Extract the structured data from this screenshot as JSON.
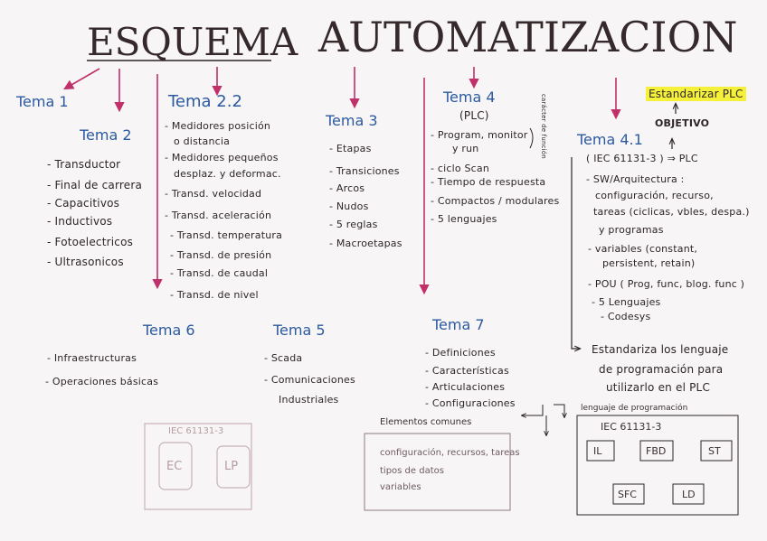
{
  "title": {
    "part1": "ESQUEMA",
    "part2": "AUTOMATIZACION"
  },
  "tema1": {
    "label": "Tema 1"
  },
  "tema2": {
    "label": "Tema 2",
    "items": [
      "- Transductor",
      "- Final de carrera",
      "- Capacitivos",
      "- Inductivos",
      "- Fotoelectricos",
      "- Ultrasonicos"
    ]
  },
  "tema22": {
    "label": "Tema 2.2",
    "items": [
      "- Medidores posición",
      "o distancia",
      "- Medidores pequeños",
      "desplaz. y deformac.",
      "- Transd. velocidad",
      "- Transd. aceleración",
      "- Transd. temperatura",
      "- Transd. de presión",
      "- Transd. de caudal",
      "- Transd. de nivel"
    ]
  },
  "tema3": {
    "label": "Tema 3",
    "items": [
      "- Etapas",
      "- Transiciones",
      "- Arcos",
      "- Nudos",
      "- 5 reglas",
      "- Macroetapas"
    ]
  },
  "tema4": {
    "label": "Tema 4",
    "sub": "(PLC)",
    "items": [
      "- Program, monitor",
      "y run",
      "- ciclo Scan",
      "- Tiempo de respuesta",
      "- Compactos / modulares",
      "- 5 lenguajes"
    ],
    "side_note": "carácter de función"
  },
  "tema41": {
    "label": "Tema 4.1",
    "highlight": "Estandarizar PLC",
    "objetivo": "OBJETIVO",
    "items": [
      "( IEC 61131-3 ) ⇒ PLC",
      "- SW/Arquitectura :",
      "configuración, recurso,",
      "tareas (ciclicas, vbles, despa.)",
      "y programas",
      "- variables (constant,",
      "persistent, retain)",
      "- POU ( Prog, func, blog. func )",
      "- 5 Lenguajes",
      "- Codesys"
    ],
    "conclusion": [
      "Estandariza los lenguaje",
      "de programación para",
      "utilizarlo en el PLC"
    ]
  },
  "tema5": {
    "label": "Tema 5",
    "items": [
      "- Scada",
      "- Comunicaciones",
      "Industriales"
    ]
  },
  "tema6": {
    "label": "Tema 6",
    "items": [
      "- Infraestructuras",
      "- Operaciones básicas"
    ]
  },
  "tema7": {
    "label": "Tema 7",
    "items": [
      "- Definiciones",
      "- Características",
      "- Articulaciones",
      "- Configuraciones"
    ]
  },
  "diagram_left": {
    "title": "IEC 61131-3",
    "blocks": [
      "EC",
      "LP"
    ]
  },
  "diagram_mid": {
    "title": "Elementos comunes",
    "lines": [
      "configuración, recursos, tareas",
      "tipos de datos",
      "variables"
    ]
  },
  "diagram_right": {
    "caption": "lenguaje de programación",
    "title": "IEC 61131-3",
    "blocks": [
      "IL",
      "FBD",
      "ST",
      "SFC",
      "LD"
    ]
  },
  "colors": {
    "arrow": "#c0306a",
    "topic": "#2c5aa0",
    "highlight": "#f5f03a",
    "ink": "#2d2528"
  }
}
